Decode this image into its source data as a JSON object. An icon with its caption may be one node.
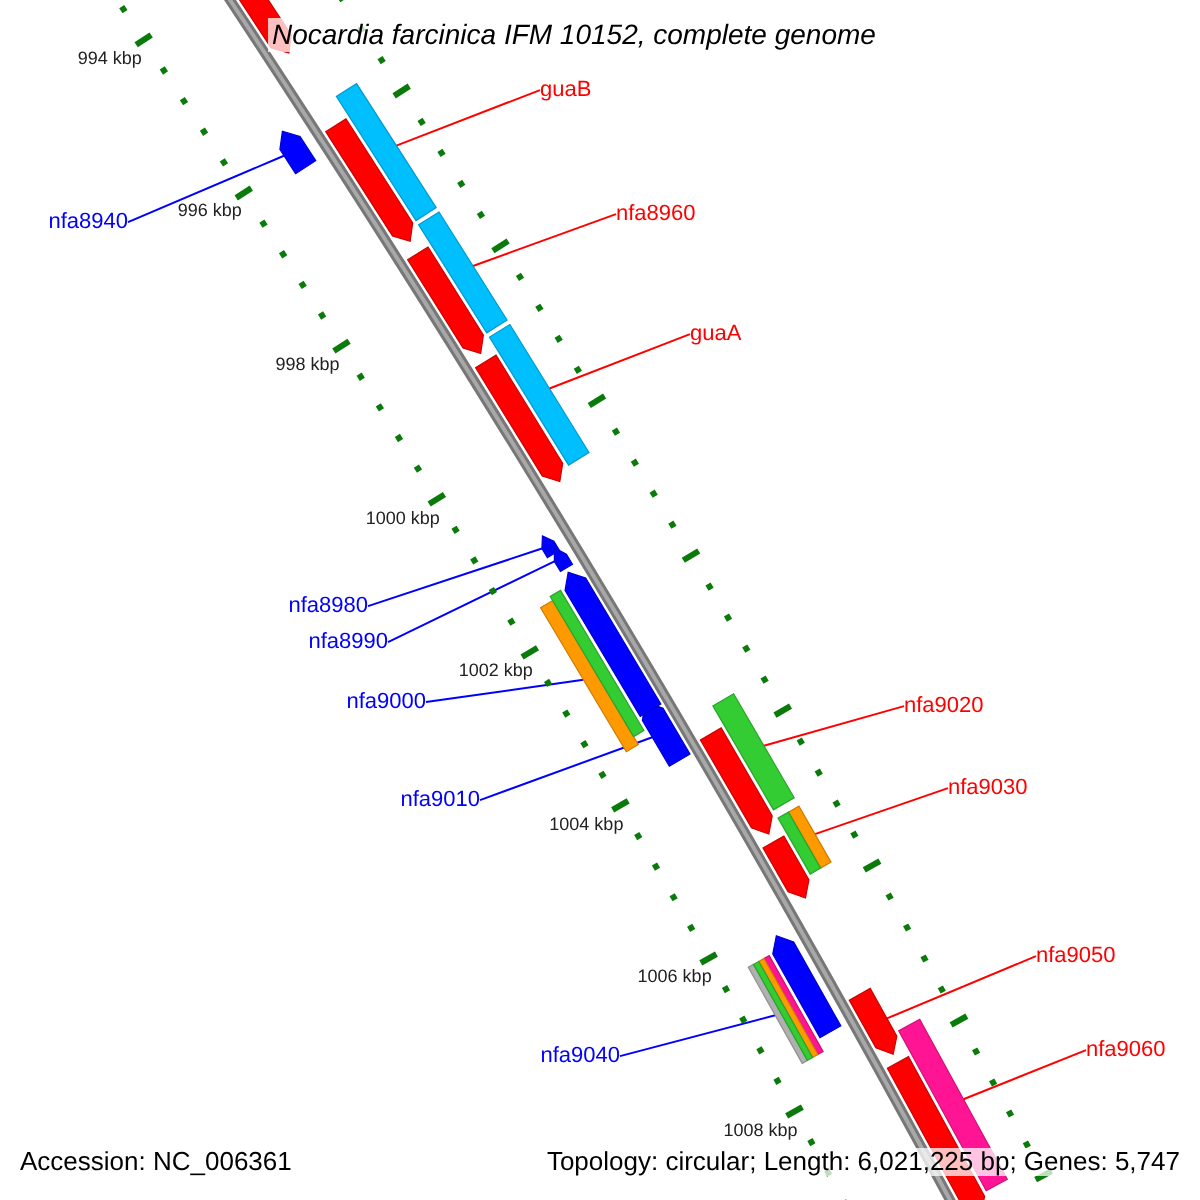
{
  "diagram": {
    "title": "Nocardia farcinica IFM 10152, complete genome",
    "nodes": [
      {
        "text": [
          "guaB"
        ]
      },
      {
        "text": [
          "nfa8960"
        ]
      },
      {
        "text": [
          "guaA"
        ]
      },
      {
        "text": [
          "nfa8940"
        ]
      },
      {
        "text": [
          "nfa8980"
        ]
      },
      {
        "text": [
          "nfa8990"
        ]
      },
      {
        "text": [
          "nfa9000"
        ]
      },
      {
        "text": [
          "nfa9010"
        ]
      },
      {
        "text": [
          "nfa9020"
        ]
      },
      {
        "text": [
          "nfa9030"
        ]
      },
      {
        "text": [
          "nfa9040"
        ]
      },
      {
        "text": [
          "nfa9050"
        ]
      },
      {
        "text": [
          "nfa9060"
        ]
      },
      {
        "text": [],
        "shape": "bar"
      },
      {
        "text": [],
        "shape": "bar"
      },
      {
        "text": [],
        "shape": "bar"
      },
      {
        "text": [],
        "shape": "bar"
      },
      {
        "text": [],
        "shape": "bar"
      },
      {
        "text": [],
        "shape": "bar"
      },
      {
        "text": [],
        "shape": "bar"
      },
      {
        "text": [],
        "shape": "bar"
      },
      {
        "text": [],
        "shape": "bar"
      },
      {
        "text": [],
        "shape": "bar"
      },
      {
        "text": [],
        "shape": "bar"
      },
      {
        "text": [],
        "shape": "bar"
      },
      {
        "text": [],
        "shape": "bar"
      },
      {
        "text": [],
        "shape": "bar"
      },
      {
        "text": [],
        "shape": "bar"
      },
      {
        "text": [],
        "shape": "bar"
      },
      {
        "text": [],
        "shape": "bar"
      },
      {
        "text": [],
        "shape": "bar"
      },
      {
        "text": [],
        "shape": "bar"
      },
      {
        "text": [],
        "shape": "bar"
      },
      {
        "text": [],
        "shape": "bar"
      },
      {
        "text": [],
        "shape": "bar"
      },
      {
        "text": [],
        "shape": "bar"
      },
      {
        "text": [],
        "shape": "bar"
      },
      {
        "text": [],
        "shape": "bar"
      },
      {
        "text": [],
        "shape": "bar"
      },
      {
        "text": [],
        "shape": "bar"
      }
    ],
    "edges": [
      {
        "from": 0,
        "to": 13,
        "arrow": "none"
      },
      {
        "from": 1,
        "to": 14,
        "arrow": "none"
      },
      {
        "from": 2,
        "to": 15,
        "arrow": "none"
      },
      {
        "from": 3,
        "to": 16,
        "arrow": "none",
        "color": "#0000ff"
      },
      {
        "from": 4,
        "to": 17,
        "arrow": "none",
        "color": "#0000ff"
      },
      {
        "from": 5,
        "to": 18,
        "arrow": "none",
        "color": "#0000ff"
      },
      {
        "from": 6,
        "to": 19,
        "arrow": "none",
        "color": "#0000ff"
      },
      {
        "from": 7,
        "to": 20,
        "arrow": "none",
        "color": "#0000ff"
      },
      {
        "from": 8,
        "to": 21,
        "arrow": "none"
      },
      {
        "from": 9,
        "to": 22,
        "arrow": "none"
      },
      {
        "from": 10,
        "to": 23,
        "arrow": "none",
        "color": "#0000ff"
      },
      {
        "from": 11,
        "to": 24,
        "arrow": "none"
      },
      {
        "from": 12,
        "to": 25,
        "arrow": "none"
      }
    ],
    "labels": [
      "994 kbp",
      "996 kbp",
      "998 kbp",
      "1000 kbp",
      "1002 kbp",
      "1004 kbp",
      "1006 kbp",
      "1008 kbp",
      "Accession: NC_006361",
      "Topology: circular; Length: 6,021,225 bp; Genes: 5,747"
    ]
  }
}
